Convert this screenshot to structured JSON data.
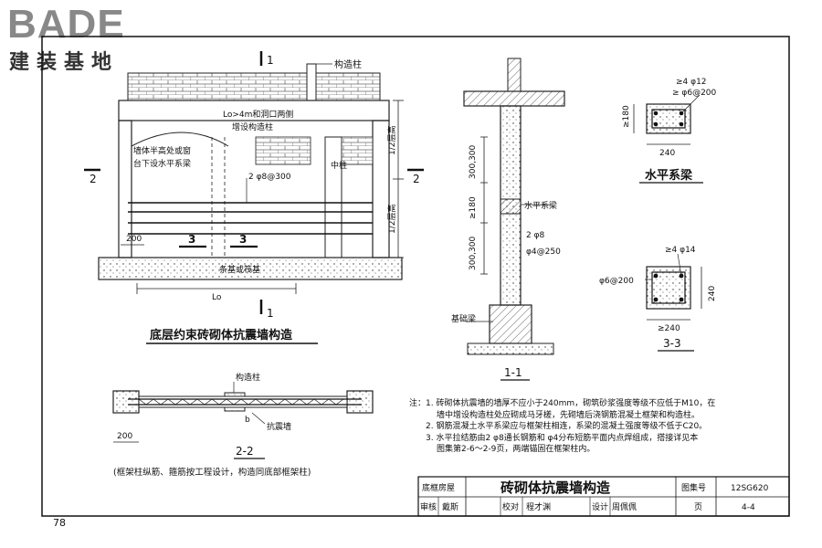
{
  "logo": {
    "en": "BADE",
    "cn": "建装基地"
  },
  "page_number": "78",
  "elevation": {
    "section_mark_top": "1",
    "section_mark_bottom": "1",
    "section_left": "2",
    "section_right": "2",
    "section_3a": "3",
    "section_3b": "3",
    "label_gzz": "构造柱",
    "label_lo_note_1": "Lo>4m和洞口两侧",
    "label_lo_note_2": "增设构造柱",
    "label_belt_1": "墙体半高处或窗",
    "label_belt_2": "台下设水平系梁",
    "label_zhongzhu": "中柱",
    "label_rebar": "2 φ8@300",
    "label_200": "200",
    "label_found": "条基或筏基",
    "label_lo": "Lo",
    "label_half_1": "1/2层高",
    "label_half_2": "1/2层高",
    "title": "底层约束砖砌体抗震墙构造"
  },
  "section11": {
    "dim_1": "300,300",
    "dim_2": "≥180",
    "dim_3": "300,300",
    "label_beam": "水平系梁",
    "label_rebar1": "2 φ8",
    "label_rebar2": "φ4@250",
    "label_found_beam": "基础梁",
    "title": "1-1"
  },
  "beam_section": {
    "top_rebar": "≥4 φ12",
    "stirrup": "≥ φ6@200",
    "height": "≥180",
    "width": "240",
    "title": "水平系梁"
  },
  "section33": {
    "top_rebar": "≥4 φ14",
    "stirrup": "φ6@200",
    "height": "240",
    "width": "≥240",
    "title": "3-3"
  },
  "plan22": {
    "label_gzz": "构造柱",
    "label_wall": "抗震墙",
    "label_b": "b",
    "label_200": "200",
    "title": "2-2",
    "caption": "(框架柱纵筋、箍筋按工程设计，构造同底部框架柱)"
  },
  "notes": [
    "注：1. 砖砌体抗震墙的墙厚不应小于240mm，砌筑砂浆强度等级不应低于M10，在",
    "墙中增设构造柱处应砌成马牙槎，先砌墙后浇钢筋混凝土框架和构造柱。",
    "2. 钢筋混凝土水平系梁应与框架柱相连，系梁的混凝土强度等级不低于C20。",
    "3. 水平拉结筋由2 φ8通长钢筋和 φ4分布短筋平面内点焊组成，搭接详见本",
    "图集第2-6～2-9页，两端锚固在框架柱内。"
  ],
  "title_block": {
    "category": "底框房屋",
    "title": "砖砌体抗震墙构造",
    "atlas_label": "图集号",
    "atlas_no": "12SG620",
    "review_label": "审核",
    "reviewer": "戴斯",
    "check_label": "校对",
    "checker": "程才渊",
    "design_label": "设计",
    "designer": "周佩佩",
    "page_label": "页",
    "page_no": "4-4"
  }
}
